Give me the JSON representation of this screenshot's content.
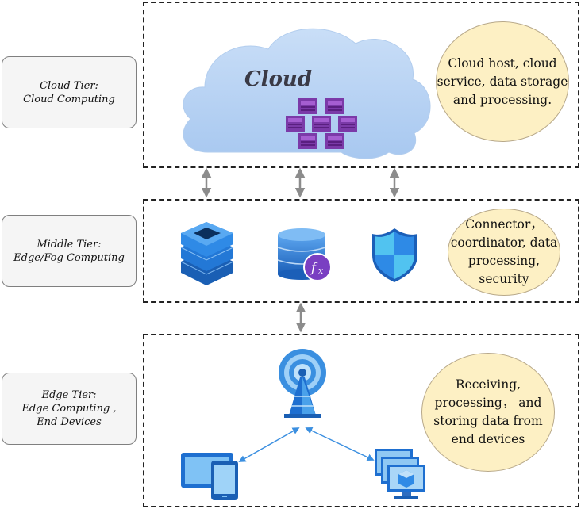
{
  "tiers": [
    {
      "label": "Cloud Tier:\nCloud  Computing"
    },
    {
      "label": "Middle Tier:\nEdge/Fog Computing"
    },
    {
      "label": "Edge Tier:\nEdge Computing ,\nEnd Devices"
    }
  ],
  "cloud_title": "Cloud",
  "descriptions": [
    "Cloud host, cloud\nservice, data storage\nand processing.",
    "Connector，\ncoordinator, data\nprocessing,\nsecurity",
    "Receiving,\nprocessing， and\nstoring data from\nend devices"
  ],
  "icons": {
    "cloud": "cloud-icon",
    "cubes": "kubernetes-cubes-icon",
    "server": "server-stack-icon",
    "database": "database-function-icon",
    "shield": "security-shield-icon",
    "tower": "broadcast-tower-icon",
    "devices": "tablet-phone-icon",
    "monitors": "virtual-machines-icon"
  },
  "colors": {
    "cloud": "#b9d4f5",
    "blue": "#1e6fd0",
    "purple": "#6f2c91",
    "bubble": "#fdf0c4",
    "arrow_gray": "#8c8c8c",
    "arrow_blue": "#3b8fe0"
  }
}
